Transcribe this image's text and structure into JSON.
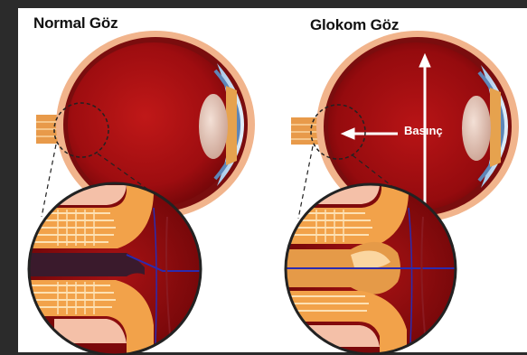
{
  "titles": {
    "normal": "Normal Göz",
    "glaucoma": "Glokom Göz"
  },
  "labels": {
    "pressure": "Basınç"
  }
}
